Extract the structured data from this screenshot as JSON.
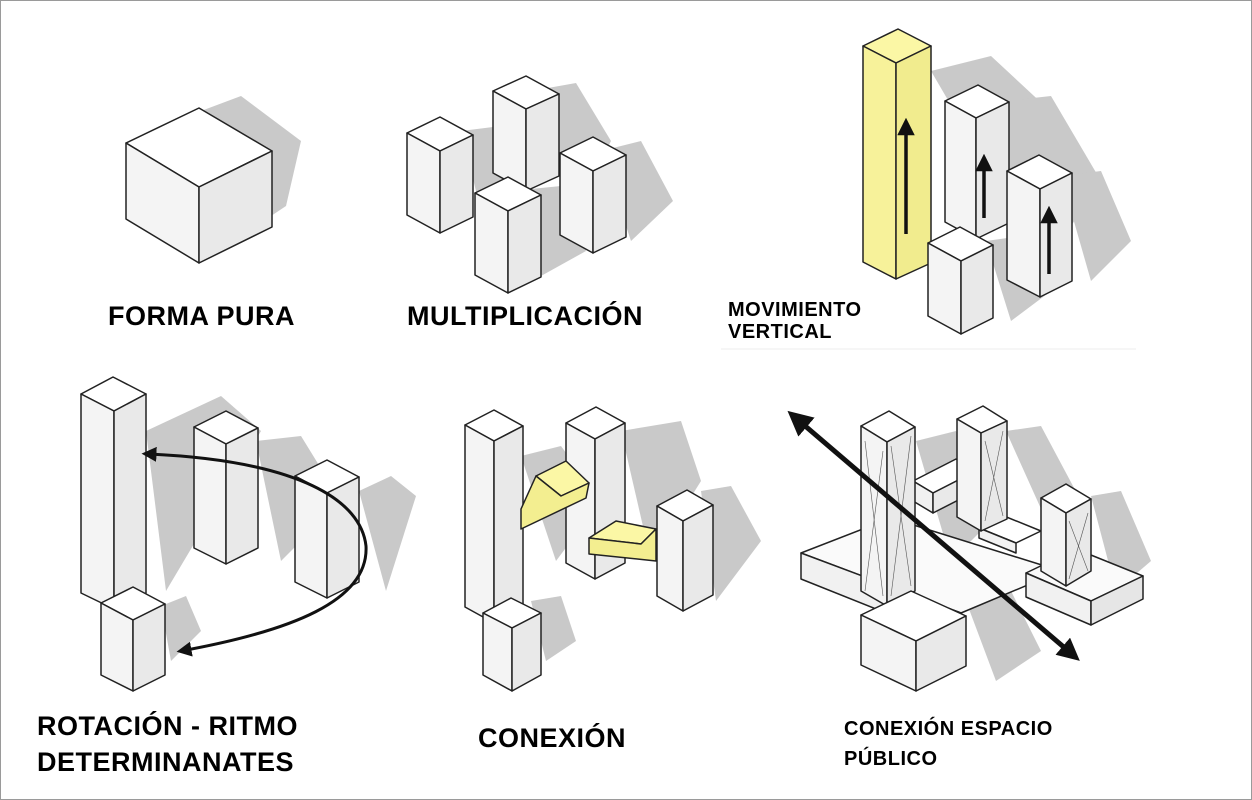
{
  "colors": {
    "accent_yellow": "#fbf7a5",
    "shadow": "#c9c9c9",
    "face_top": "#ffffff",
    "face_left": "#f4f4f4",
    "face_right": "#e9e9e9",
    "stroke": "#222222"
  },
  "panels": [
    {
      "id": "forma-pura",
      "label_lines": [
        "FORMA PURA"
      ]
    },
    {
      "id": "multiplicacion",
      "label_lines": [
        "MULTIPLICACIÓN"
      ]
    },
    {
      "id": "movimiento-vertical",
      "label_lines": [
        "MOVIMIENTO",
        "VERTICAL"
      ]
    },
    {
      "id": "rotacion-ritmo",
      "label_lines": [
        "ROTACIÓN - RITMO",
        "DETERMINANATES"
      ]
    },
    {
      "id": "conexion",
      "label_lines": [
        "CONEXIÓN"
      ]
    },
    {
      "id": "conexion-espacio-publico",
      "label_lines": [
        "CONEXIÓN ESPACIO",
        "PÚBLICO"
      ]
    }
  ],
  "icons": {
    "arrow": "arrow-icon",
    "double_arrow": "double-arrow-icon",
    "curved_arrow": "curved-arrow-icon"
  }
}
